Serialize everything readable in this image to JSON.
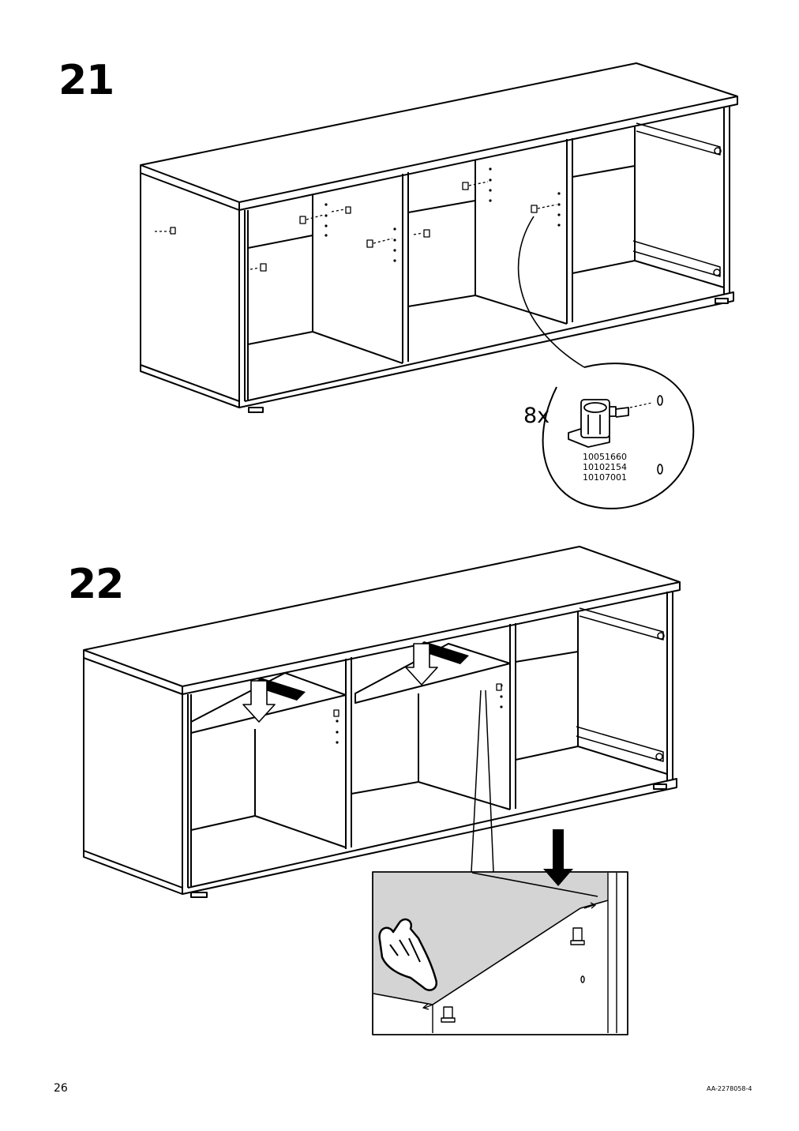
{
  "steps": [
    {
      "number": "21",
      "callout": {
        "quantity": "8x",
        "part_numbers": [
          "10051660",
          "10102154",
          "10107001"
        ]
      }
    },
    {
      "number": "22"
    }
  ],
  "footer": {
    "page_number": "26",
    "document_id": "AA-2278058-4"
  },
  "icons": [
    "shelf-support-pin-icon",
    "pointing-hand-icon",
    "down-arrow-icon"
  ]
}
